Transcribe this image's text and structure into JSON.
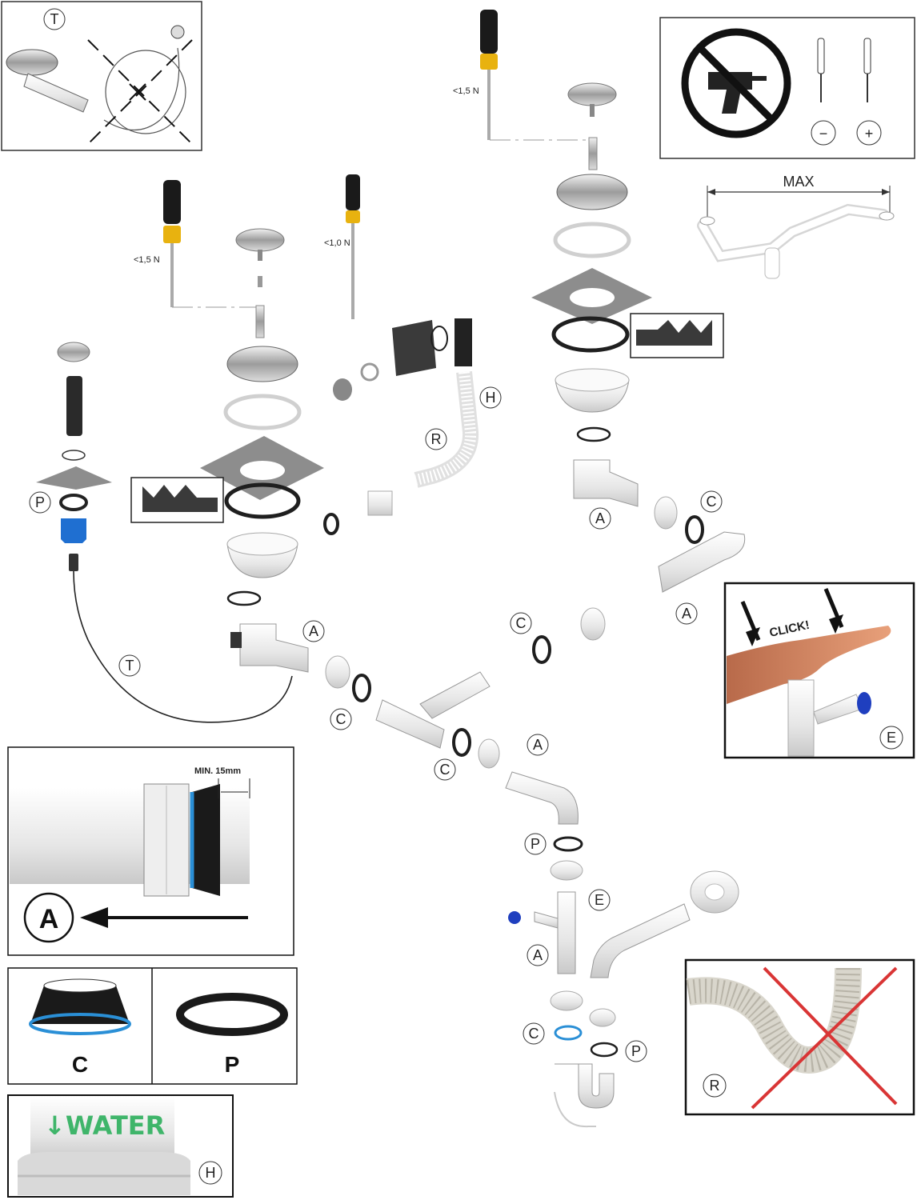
{
  "labels": {
    "t": "T",
    "p": "P",
    "a": "A",
    "c": "C",
    "r": "R",
    "h": "H",
    "e": "E"
  },
  "torque": {
    "left": "<1,5 N",
    "middle": "<1,0 N",
    "right": "<1,5 N"
  },
  "tools": {
    "minus": "−",
    "plus": "+"
  },
  "max_label": "MAX",
  "detail_a": {
    "min_label": "MIN. 15mm",
    "letter": "A"
  },
  "legend": {
    "c": "C",
    "p": "P"
  },
  "water_label": "↓WATER",
  "click_label": "CLICK!",
  "colors": {
    "gasket_blue": "#2a8fd6",
    "knob_blue": "#1f6fd1",
    "screwdriver_yellow": "#e8b20f",
    "water_green": "#3fb56a",
    "cross_red": "#d93535"
  }
}
